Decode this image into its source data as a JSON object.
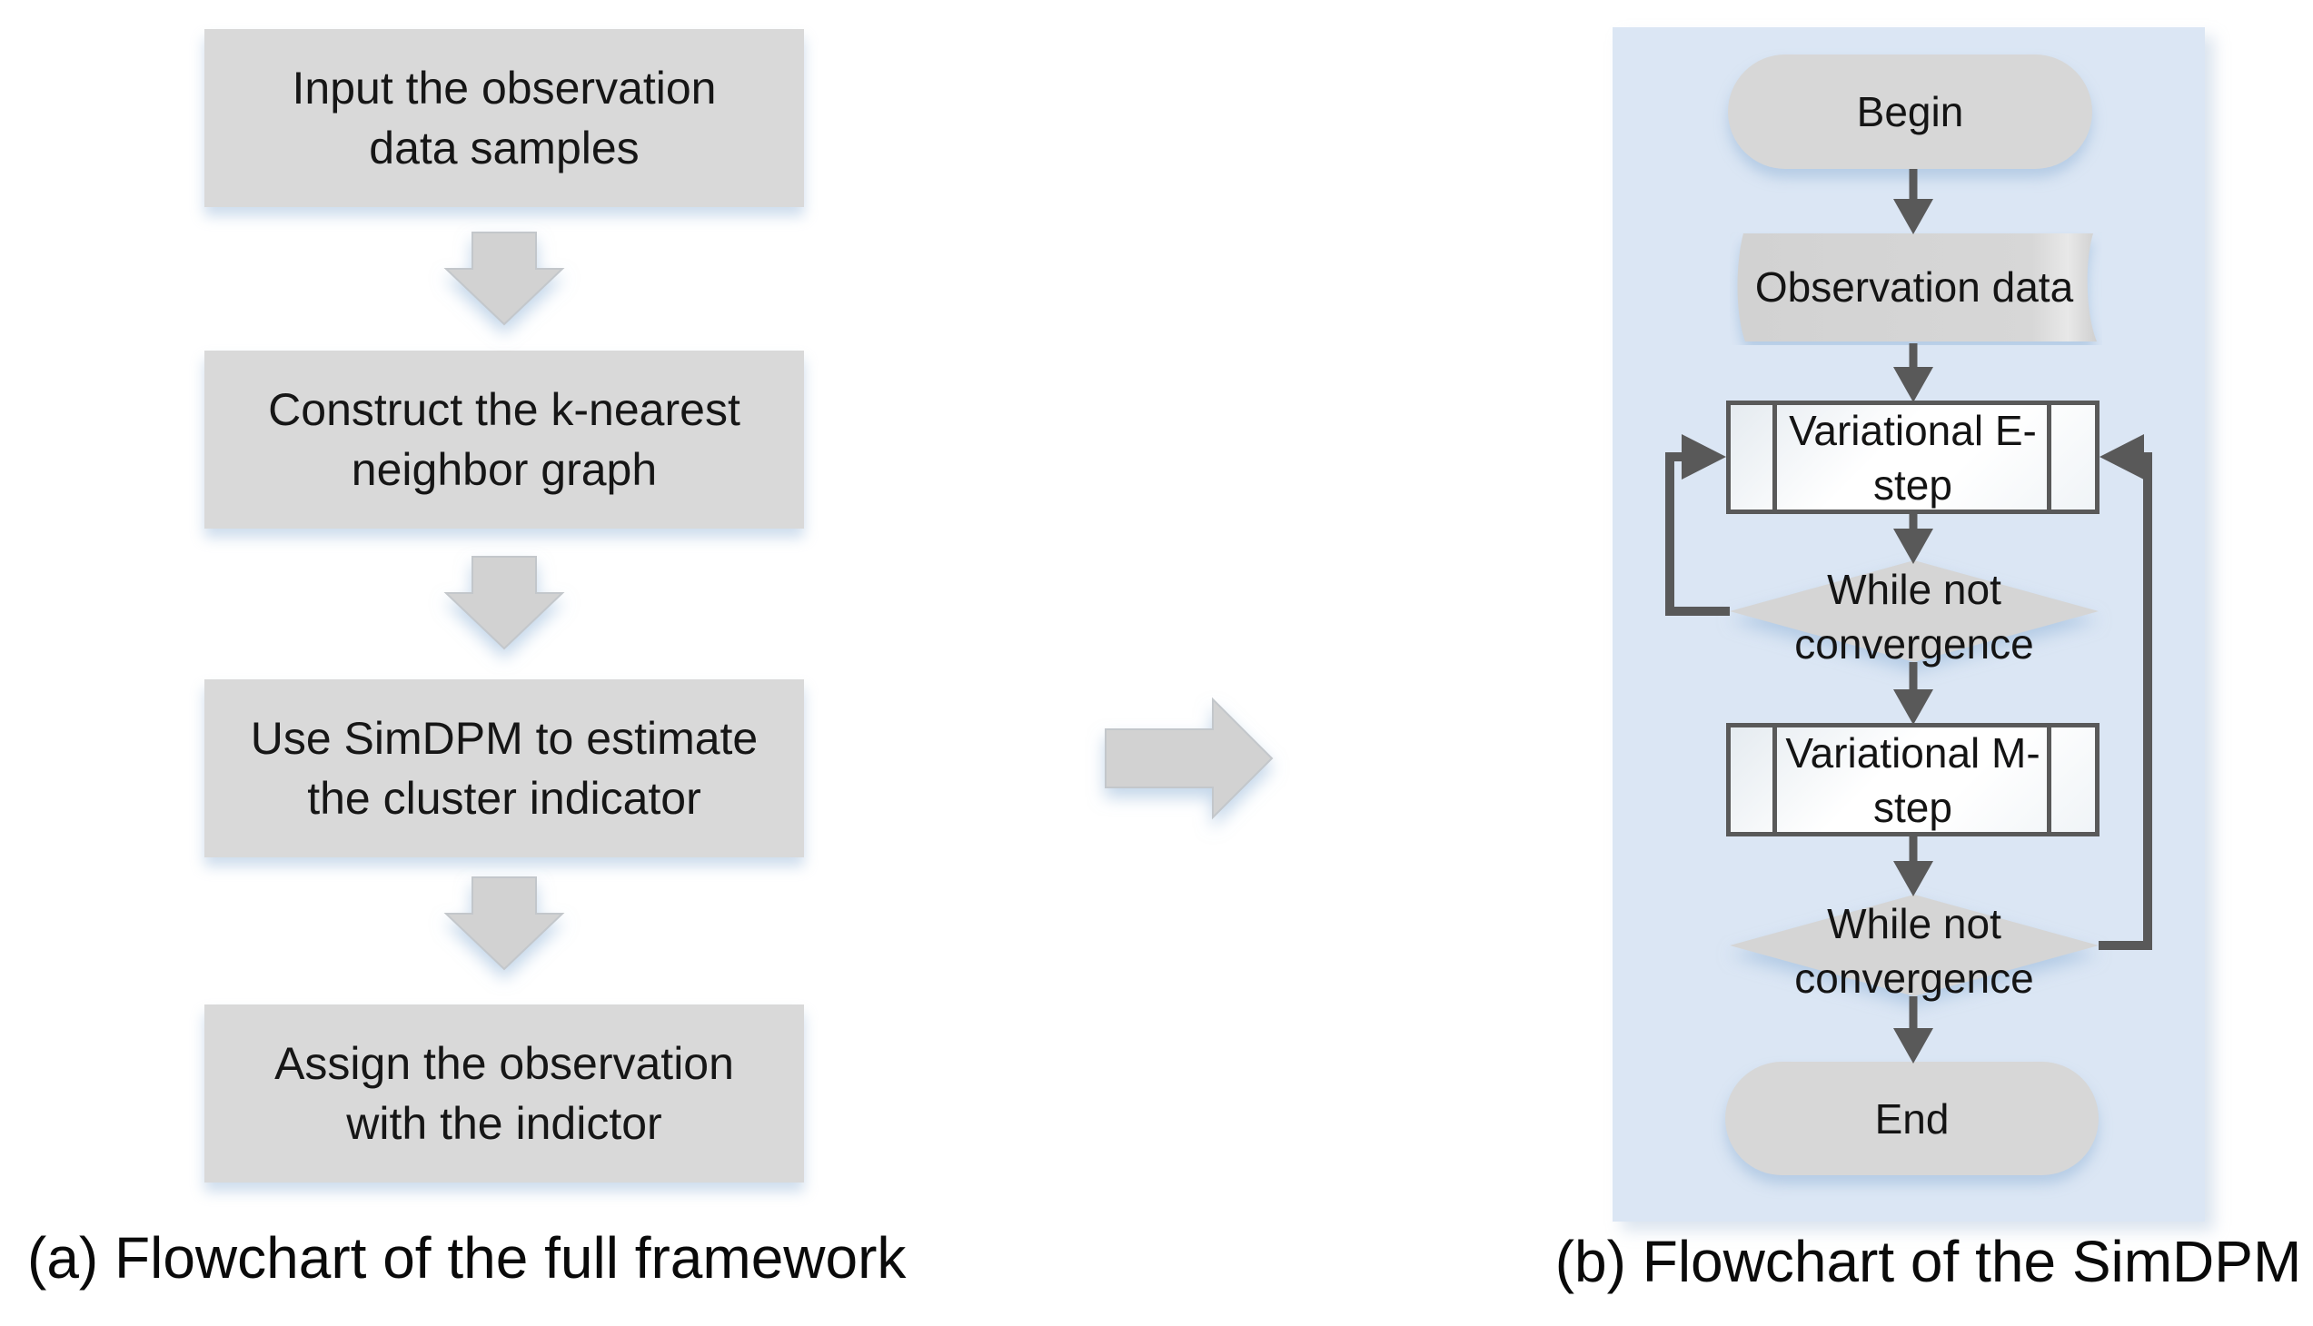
{
  "figure": {
    "caption_a": "(a) Flowchart of the full framework",
    "caption_b": "(b) Flowchart of the SimDPM"
  },
  "flowchart_a": {
    "nodes": [
      {
        "label": "Input the observation\ndata samples"
      },
      {
        "label": "Construct the k-nearest\nneighbor graph"
      },
      {
        "label": "Use SimDPM to estimate\nthe cluster indicator"
      },
      {
        "label": "Assign the observation\nwith the indictor"
      }
    ]
  },
  "flowchart_b": {
    "begin": {
      "label": "Begin"
    },
    "observation": {
      "label": "Observation data"
    },
    "e_step": {
      "label": "Variational E-\nstep"
    },
    "while_1": {
      "label": "While not\nconvergence"
    },
    "m_step": {
      "label": "Variational M-\nstep"
    },
    "while_2": {
      "label": "While not\nconvergence"
    },
    "end": {
      "label": "End"
    }
  },
  "colors": {
    "panel_background": "#dbe6f4",
    "node_gray": "#d7d7d7",
    "box_gray": "#d9d9d9",
    "block_arrow_gray": "#d2d2d2",
    "connector_dark_gray": "#595959",
    "shadow_blue": "#92b4d8",
    "text": "#141414"
  }
}
